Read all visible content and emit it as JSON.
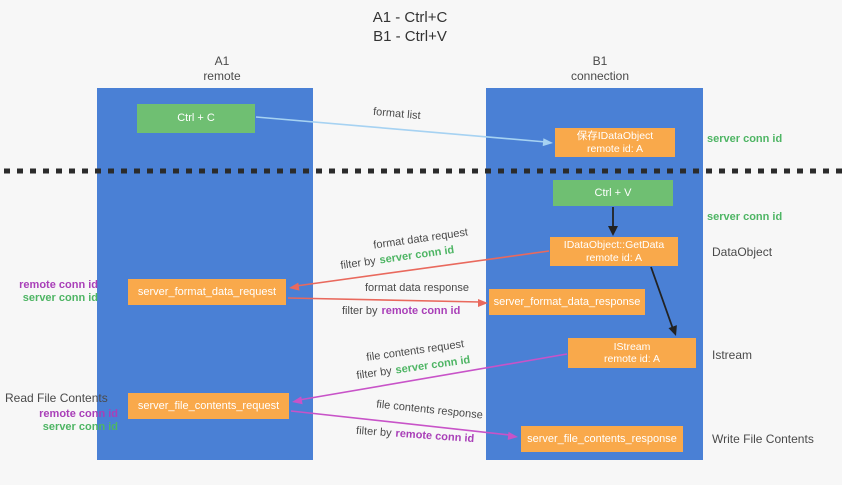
{
  "title": {
    "line1": "A1 - Ctrl+C",
    "line2": "B1 - Ctrl+V"
  },
  "columns": {
    "left": {
      "name": "A1",
      "role": "remote"
    },
    "right": {
      "name": "B1",
      "role": "connection"
    }
  },
  "nodes": {
    "ctrl_c": {
      "label": "Ctrl + C"
    },
    "save_idataobject": {
      "line1": "保存IDataObject",
      "line2": "remote id: A"
    },
    "ctrl_v": {
      "label": "Ctrl + V"
    },
    "getdata": {
      "line1": "IDataObject::GetData",
      "line2": "remote id: A"
    },
    "format_data_request": {
      "label": "server_format_data_request"
    },
    "format_data_response": {
      "label": "server_format_data_response"
    },
    "istream": {
      "line1": "IStream",
      "line2": "remote id: A"
    },
    "file_contents_request": {
      "label": "server_file_contents_request"
    },
    "file_contents_response": {
      "label": "server_file_contents_response"
    }
  },
  "edges": {
    "format_list": {
      "label": "format list"
    },
    "format_data_request": {
      "label": "format data request",
      "filter_prefix": "filter by",
      "filter_key": "server conn id"
    },
    "format_data_response": {
      "label": "format data response",
      "filter_prefix": "filter by",
      "filter_key": "remote conn id"
    },
    "file_contents_request": {
      "label": "file contents request",
      "filter_prefix": "filter by",
      "filter_key": "server conn id"
    },
    "file_contents_response": {
      "label": "file contents response",
      "filter_prefix": "filter by",
      "filter_key": "remote conn id"
    }
  },
  "annotations": {
    "server_conn_id_top": "server conn id",
    "server_conn_id_ctrlv": "server conn id",
    "dataobject": "DataObject",
    "istream": "Istream",
    "read_file_contents": "Read File Contents",
    "write_file_contents": "Write File Contents",
    "format_group": {
      "remote": "remote conn id",
      "server": "server conn id"
    },
    "file_group": {
      "remote": "remote conn id",
      "server": "server conn id"
    }
  },
  "colors": {
    "column": "#4a80d5",
    "green_box": "#6fbf72",
    "orange_box": "#f9a94b",
    "green_text": "#4eb564",
    "purple_text": "#a93fb8",
    "red_arrow": "#e9695d",
    "magenta_arrow": "#c853c8",
    "blue_arrow": "#a6d2f2",
    "black_arrow": "#222222",
    "divider": "#2b2b2b"
  }
}
